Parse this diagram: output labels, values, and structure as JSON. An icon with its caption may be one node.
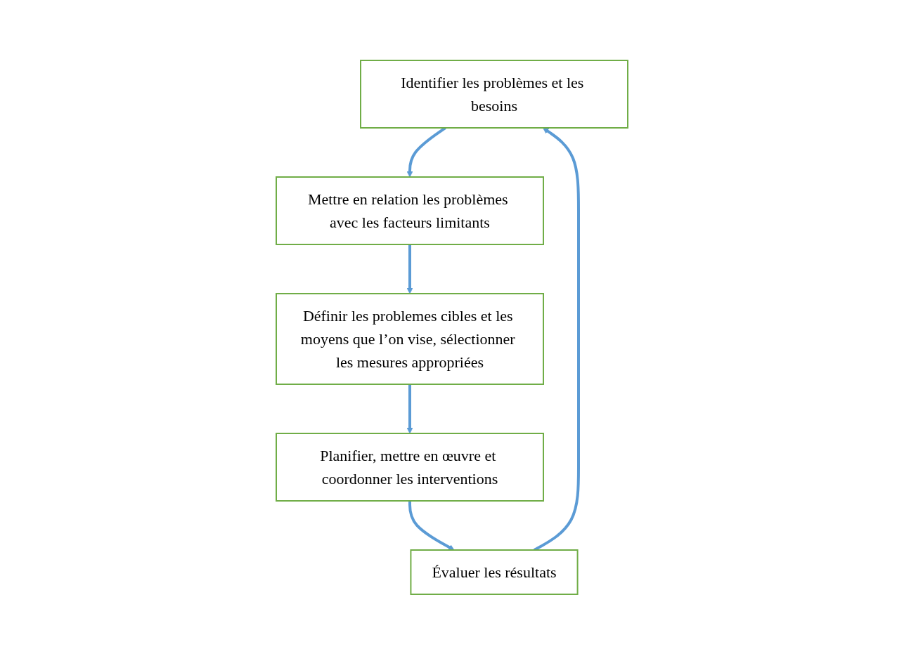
{
  "diagram": {
    "nodes": [
      {
        "text": [
          "Identifier les problèmes et les besoins"
        ]
      },
      {
        "text": [
          "Mettre en relation les problèmes avec les facteurs limitants"
        ]
      },
      {
        "text": [
          "Définir les problemes cibles et les moyens que l’on vise, sélectionner les mesures appropriées"
        ]
      },
      {
        "text": [
          "Planifier, mettre en œuvre et coordonner les interventions"
        ]
      },
      {
        "text": [
          "Évaluer les résultats"
        ]
      }
    ],
    "edges": [
      {
        "from": 0,
        "to": 1,
        "arrow": "to"
      },
      {
        "from": 1,
        "to": 2,
        "arrow": "to"
      },
      {
        "from": 2,
        "to": 3,
        "arrow": "to"
      },
      {
        "from": 3,
        "to": 4,
        "arrow": "to"
      },
      {
        "from": 4,
        "to": 0,
        "arrow": "to"
      }
    ]
  }
}
